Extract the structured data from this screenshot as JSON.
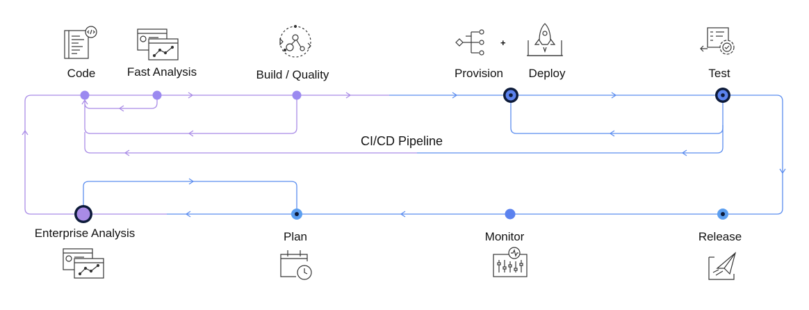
{
  "title": "CI/CD Pipeline",
  "plus_sign": "+",
  "stages": {
    "code": "Code",
    "fast_analysis": "Fast Analysis",
    "build_quality": "Build / Quality",
    "provision": "Provision",
    "deploy": "Deploy",
    "test": "Test",
    "release": "Release",
    "monitor": "Monitor",
    "plan": "Plan",
    "enterprise_analysis": "Enterprise Analysis"
  },
  "colors": {
    "blue": "#5b8def",
    "purple": "#a98be6",
    "node_purple": "#9b8af0",
    "node_blue": "#5b82ef",
    "ring_dark": "#0d1b3a",
    "icon_stroke": "#333333"
  },
  "icons": {
    "code": "code-editor-icon",
    "fast_analysis": "analytics-windows-icon",
    "build_quality": "build-cycle-icon",
    "provision": "provision-network-icon",
    "deploy": "rocket-deploy-icon",
    "test": "test-settings-icon",
    "release": "release-paper-plane-icon",
    "monitor": "monitor-dashboard-icon",
    "plan": "calendar-clock-icon",
    "enterprise_analysis": "analytics-windows-icon"
  }
}
